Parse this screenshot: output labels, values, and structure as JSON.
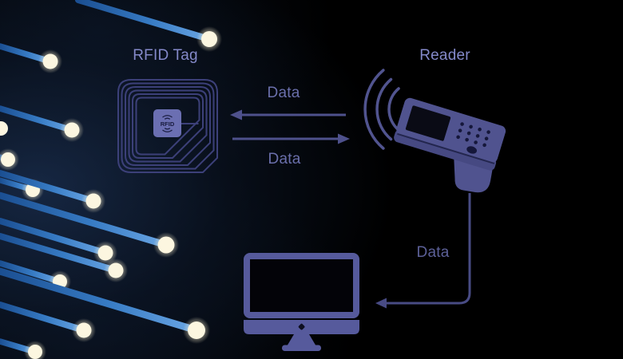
{
  "diagram": {
    "nodes": {
      "tag": {
        "label": "RFID Tag",
        "chip_label": "RFID",
        "icon": "rfid-tag-coil-icon"
      },
      "reader": {
        "label": "Reader",
        "icon": "handheld-reader-icon"
      },
      "computer": {
        "icon": "desktop-computer-icon"
      }
    },
    "flows": [
      {
        "id": "reader-to-tag",
        "label": "Data",
        "direction": "left"
      },
      {
        "id": "tag-to-reader",
        "label": "Data",
        "direction": "right"
      },
      {
        "id": "reader-to-computer",
        "label": "Data",
        "direction": "down-left"
      }
    ],
    "icons": {
      "signal": "signal-waves-icon",
      "background": "fiber-optic-strands"
    },
    "colors": {
      "background": "#000000",
      "background_glow": "#16263f",
      "accent_fill": "#50538f",
      "monitor_fill": "#565a9c",
      "arrow_stroke": "#4e518c",
      "coil_stroke": "#3c4079",
      "chip_fill": "#6b6fb2",
      "node_label_text": "#8489c9",
      "flow_label_text": "#6a6fab",
      "fiber_blue": "#3f86cf",
      "fiber_tip": "#fdf7e2"
    }
  }
}
